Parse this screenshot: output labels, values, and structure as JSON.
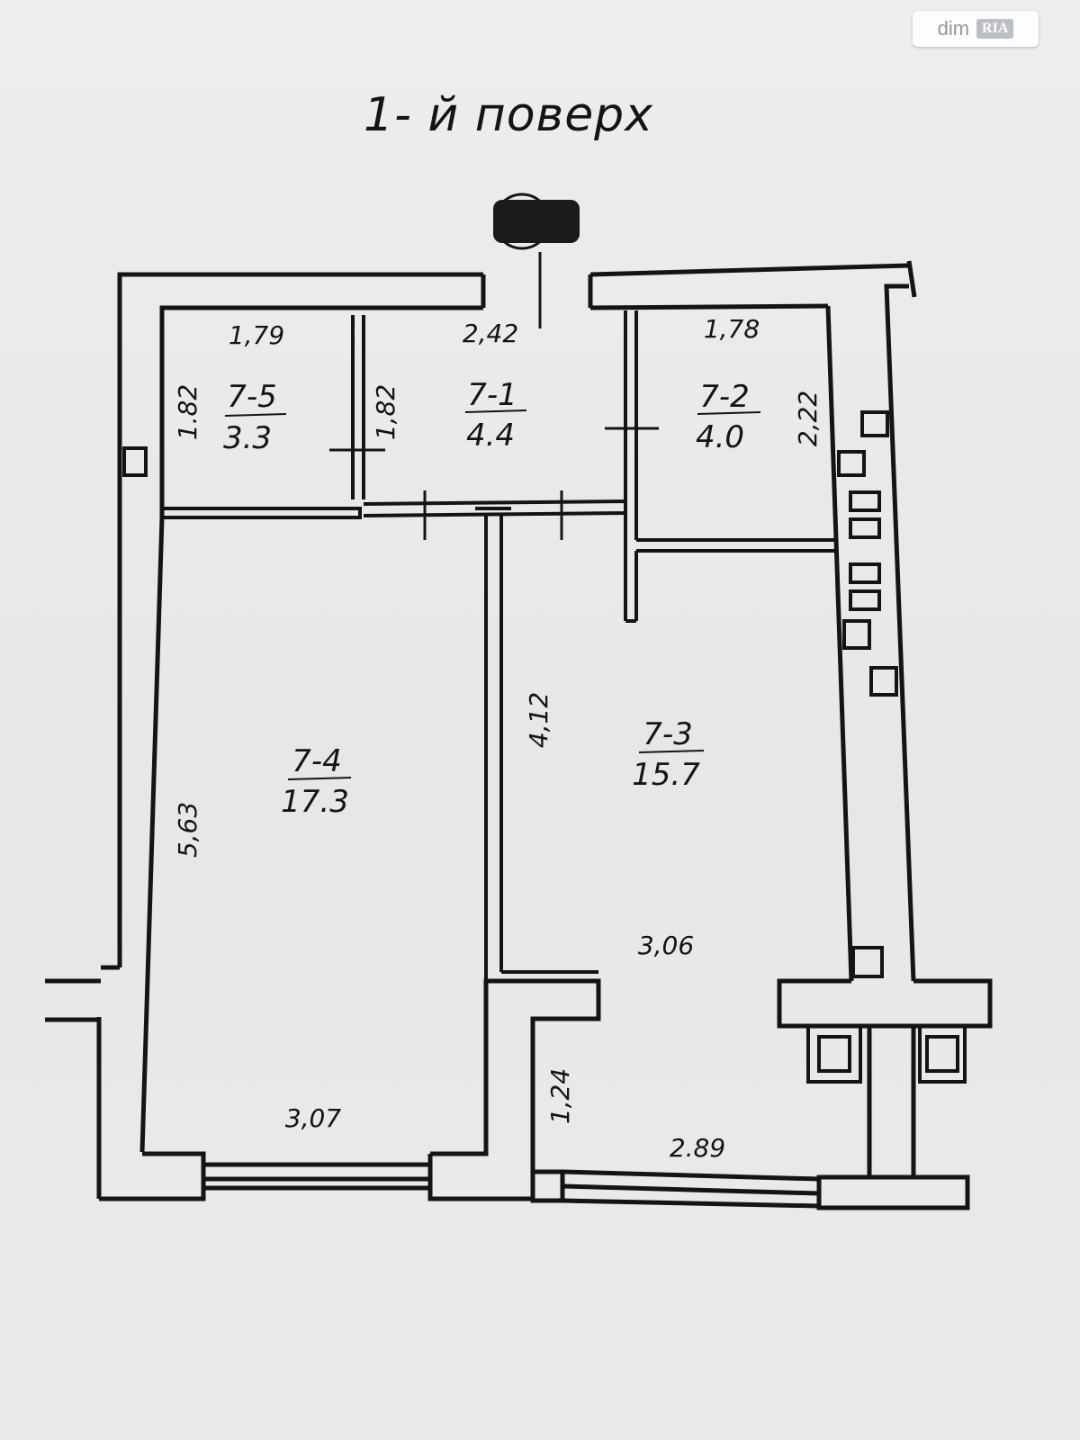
{
  "title": "1- й поверх",
  "watermark": {
    "brand": "dim",
    "brand_suffix": "RIA"
  },
  "rooms": [
    {
      "id": "7-5",
      "area": "3.3"
    },
    {
      "id": "7-1",
      "area": "4.4"
    },
    {
      "id": "7-2",
      "area": "4.0"
    },
    {
      "id": "7-4",
      "area": "17.3"
    },
    {
      "id": "7-3",
      "area": "15.7"
    }
  ],
  "dimensions": {
    "d_179": "1,79",
    "d_242": "2,42",
    "d_178": "1,78",
    "d_182_left": "1.82",
    "d_182_mid": "1,82",
    "d_222": "2,22",
    "d_563": "5,63",
    "d_412": "4,12",
    "d_306": "3,06",
    "d_124": "1,24",
    "d_307": "3,07",
    "d_289": "2.89"
  },
  "colors": {
    "wall": "#141414",
    "paper": "#eaecea",
    "redaction": "#1a1a1a"
  }
}
